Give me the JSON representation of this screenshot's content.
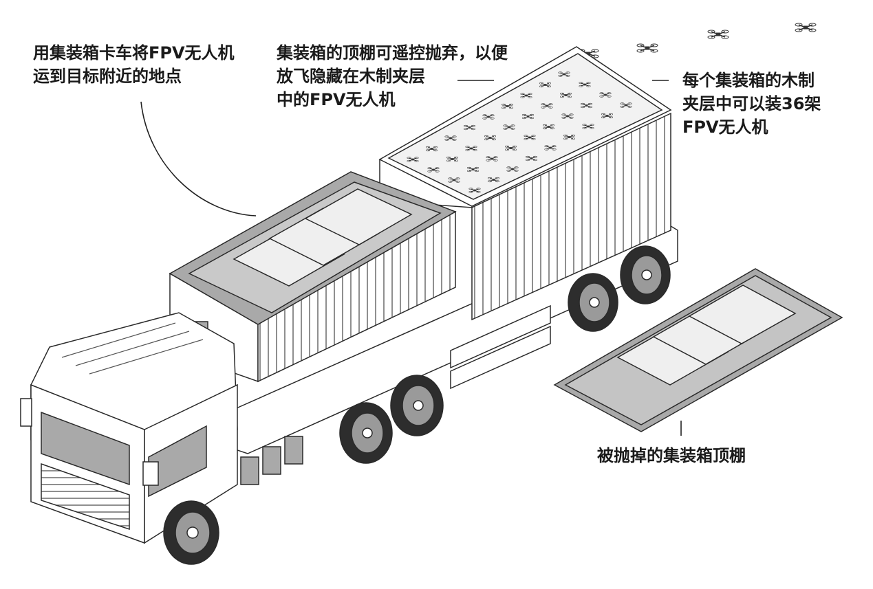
{
  "annotations": {
    "truck": {
      "line1": "用集装箱卡车将FPV无人机",
      "line2": "运到目标附近的地点"
    },
    "roof": {
      "line1": "集装箱的顶棚可遥控抛弃，以便",
      "line2": "放飞隐藏在木制夹层",
      "line3": "中的FPV无人机"
    },
    "capacity": {
      "line1": "每个集装箱的木制",
      "line2": "夹层中可以装36架",
      "line3": "FPV无人机"
    },
    "discarded": {
      "line1": "被抛掉的集装箱顶棚"
    }
  },
  "colors": {
    "outline": "#2a2a2a",
    "panel_gray": "#a9a9a9",
    "roof_gray": "#c9c9c9",
    "panel_light": "#e6e6e6",
    "tire": "#2d2d2d",
    "hub": "#9a9a9a"
  },
  "icons": {
    "truck": "container-truck-illustration",
    "drone": "fpv-drone-icon"
  }
}
